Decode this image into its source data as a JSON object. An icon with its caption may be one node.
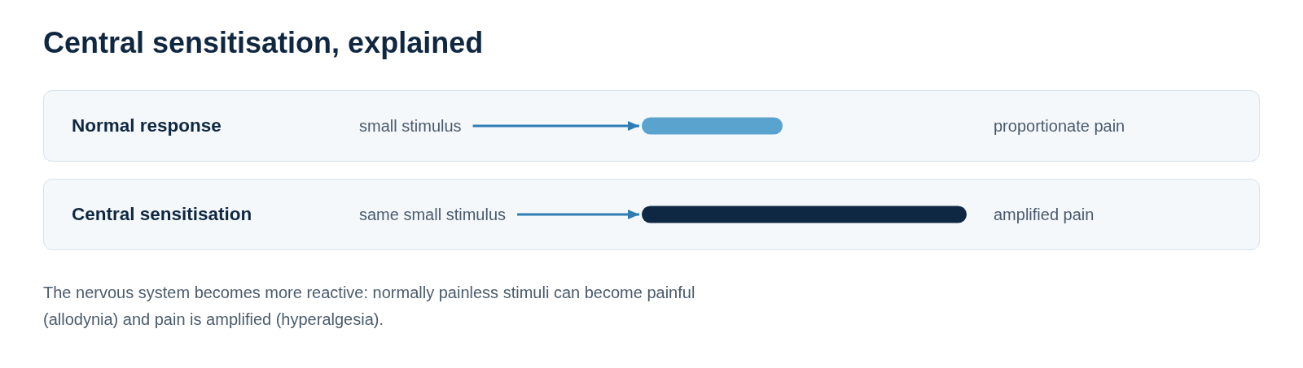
{
  "diagram": {
    "title": "Central sensitisation, explained",
    "nodes": [
      {
        "text": [
          "Normal response"
        ]
      },
      {
        "text": [
          "small stimulus"
        ],
        "in": 0
      },
      {
        "text": [],
        "shape": "bar",
        "in": 0
      },
      {
        "text": [
          "Central sensitisation"
        ]
      },
      {
        "text": [
          "same small stimulus"
        ],
        "in": 3
      },
      {
        "text": [],
        "shape": "bar",
        "in": 3
      }
    ],
    "edges": [
      {
        "from": 1,
        "to": 2,
        "arrow": "to"
      },
      {
        "from": 4,
        "to": 5,
        "arrow": "to"
      }
    ],
    "labels": [
      "proportionate pain",
      "amplified pain"
    ],
    "caption": "The nervous system becomes more reactive: normally painless stimuli can become painful (allodynia) and pain is amplified (hyperalgesia)."
  }
}
